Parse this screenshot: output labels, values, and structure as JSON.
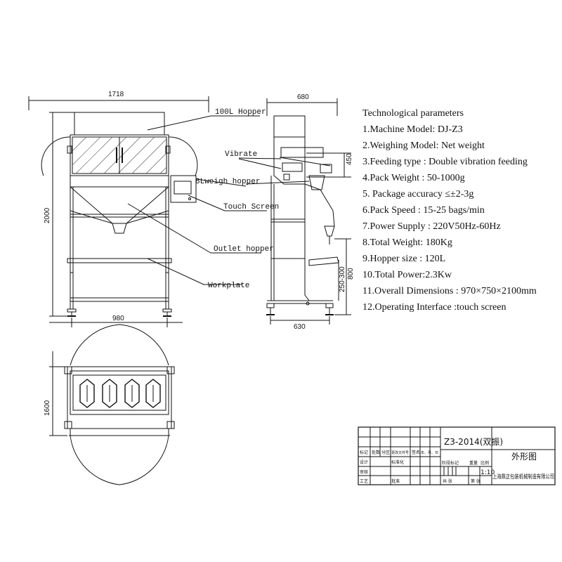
{
  "dimensions": {
    "front_width": "1718",
    "front_height": "2000",
    "front_base": "980",
    "side_width": "680",
    "side_top": "450",
    "side_height": "800",
    "outlet_range": "250-300",
    "side_base": "630",
    "plan_height": "1600"
  },
  "callouts": {
    "hopper": "100L Hopper",
    "vibrate": "Vibrate",
    "weigh_hopper": "8Lweigh hopper",
    "touch_screen": "Touch Screen",
    "outlet_hopper": "Outlet hopper",
    "workplate": "Workplate"
  },
  "parameters": {
    "title": "Technological  parameters",
    "items": [
      "1.Machine Model: DJ-Z3",
      "2.Weighing Model: Net weight",
      "3.Feeding type : Double vibration feeding",
      "4.Pack Weight : 50-1000g",
      "5. Package accuracy  ≤±2-3g",
      "6.Pack Speed :  15-25 bags/min",
      "7.Power Supply : 220V50Hz-60Hz",
      "8.Total Weight: 180Kg",
      "9.Hopper  size : 120L",
      "10.Total Power:2.3Kw",
      "11.Overall Dimensions : 970×750×2100mm",
      "12.Operating Interface  :touch screen"
    ]
  },
  "title_block": {
    "drawing_no": "Z3-2014(双振)",
    "drawing_name": "外形图",
    "scale": "1:10",
    "company": "上海鼎正包装机械制造有限公司",
    "marks": "标记",
    "count": "处数",
    "zone": "分区",
    "change_doc": "更改文件号",
    "sign": "签名",
    "date": "年、月、日",
    "design": "设计",
    "standardize": "标准化",
    "review": "审核",
    "process": "工艺",
    "approve": "批准",
    "stage_mark": "阶段标记",
    "weight": "重量",
    "ratio": "比例",
    "total_sheets": "共  张",
    "sheet": "第  张"
  }
}
